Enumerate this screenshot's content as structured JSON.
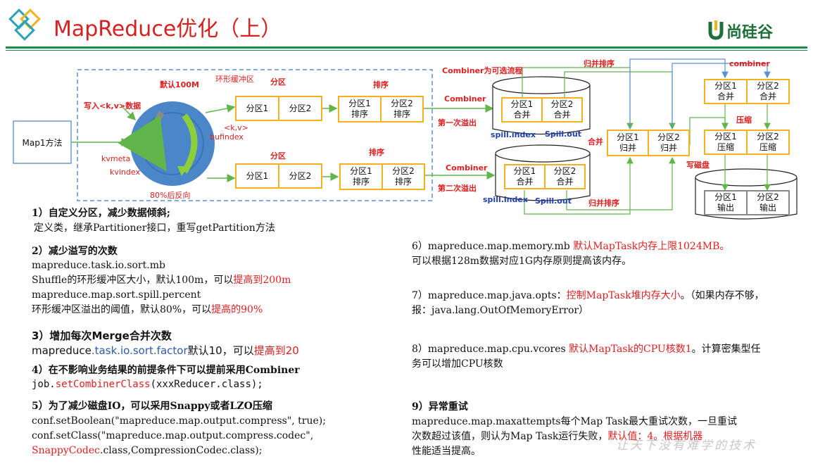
{
  "header": {
    "title": "MapReduce优化（上）",
    "brand": "尚硅谷"
  },
  "diagram": {
    "map_method": "Map1方法",
    "write_kv": "写入<k,v>数据",
    "default_100m": "默认100M",
    "ring_buffer": "环形缓冲区",
    "kv": "<k,v>",
    "bufindex": "bufindex",
    "kvmeta": "kvmeta",
    "kvindex": "kvindex",
    "reverse_80": "80%后反向",
    "partition_label": "分区",
    "sort_label": "排序",
    "partition1": "分区1",
    "partition2": "分区2",
    "partition1_sort": "分区1\n排序",
    "partition2_sort": "分区2\n排序",
    "combiner_optional": "Combiner为可选流程",
    "combiner": "Combiner",
    "first_spill": "第一次溢出",
    "second_spill": "第二次溢出",
    "partition1_combine": "分区1\n合并",
    "partition2_combine": "分区2\n合并",
    "spill_index": "spill.index",
    "spill_out": "Spill.out",
    "merge_sort": "归并排序",
    "merge": "合并",
    "partition1_merge": "分区1\n归并",
    "partition2_merge": "分区2\n归并",
    "combiner_lower": "combiner",
    "compress": "压缩",
    "partition1_compress": "分区1\n压缩",
    "partition2_compress": "分区2\n压缩",
    "write_disk": "写磁盘",
    "partition1_output": "分区1\n输出",
    "partition2_output": "分区2\n输出",
    "watermark": "让天下没有难学的技术"
  },
  "items": {
    "i1_head": "1）自定义分区，减少数据倾斜;",
    "i1_line": "定义类，继承Partitioner接口，重写getPartition方法",
    "i2_head": "2）减少溢写的次数",
    "i2_l1": "mapreduce.task.io.sort.mb",
    "i2_l2a": "Shuffle的环形缓冲区大小，默认100m，可以",
    "i2_l2b": "提高到200m",
    "i2_l3": "mapreduce.map.sort.spill.percent",
    "i2_l4a": "环形缓冲区溢出的阈值，默认80%，可以",
    "i2_l4b": "提高的90%",
    "i3_head": "3）增加每次Merge合并次数",
    "i3_a": "mapreduce",
    "i3_b": ".task.io.sort.factor",
    "i3_c": "默认10，可以",
    "i3_d": "提高到20",
    "i4_head": "4）在不影响业务结果的前提条件下可以提前采用Combiner",
    "i4_a": "job.",
    "i4_b": "setCombinerClass",
    "i4_c": "(xxxReducer.class);",
    "i5_head": "5）为了减少磁盘IO，可以采用Snappy或者LZO压缩",
    "i5_l1": "conf.setBoolean(\"mapreduce.map.output.compress\", true);",
    "i5_l2": "conf.setClass(\"mapreduce.map.output.compress.codec\",",
    "i5_l3a": "SnappyCodec",
    "i5_l3b": ".class,CompressionCodec.class);",
    "i6_a": "6）mapreduce.map.memory.mb ",
    "i6_b": "默认MapTask内存上限1024MB。",
    "i6_l2": "可以根据128m数据对应1G内存原则提高该内存。",
    "i7_a": "7）mapreduce.map.java.opts：",
    "i7_b": "控制MapTask堆内存大小",
    "i7_c": "。（如果内存不够，",
    "i7_l2": "报：java.lang.OutOfMemoryError）",
    "i8_a": "8）mapreduce.map.cpu.vcores ",
    "i8_b": "默认MapTask的CPU核数1",
    "i8_c": "。计算密集型任",
    "i8_l2": "务可以增加CPU核数",
    "i9_head": "9）异常重试",
    "i9_l1": "mapreduce.map.maxattempts每个Map Task最大重试次数，一旦重试",
    "i9_l2a": "次数超过该值，则认为Map Task运行失败，",
    "i9_l2b": "默认值：4。根据机器",
    "i9_l3": "性能适当提高。"
  },
  "colors": {
    "accent_red": "#e02020",
    "title_red": "#d92020",
    "brand_green": "#1e6f3a",
    "box_border": "#f2b21b",
    "arrow_green": "#62b54a",
    "arrow_blue": "#5b8fd6",
    "dash_blue": "#5b8fd6",
    "ring_blue": "#4a86c8"
  }
}
